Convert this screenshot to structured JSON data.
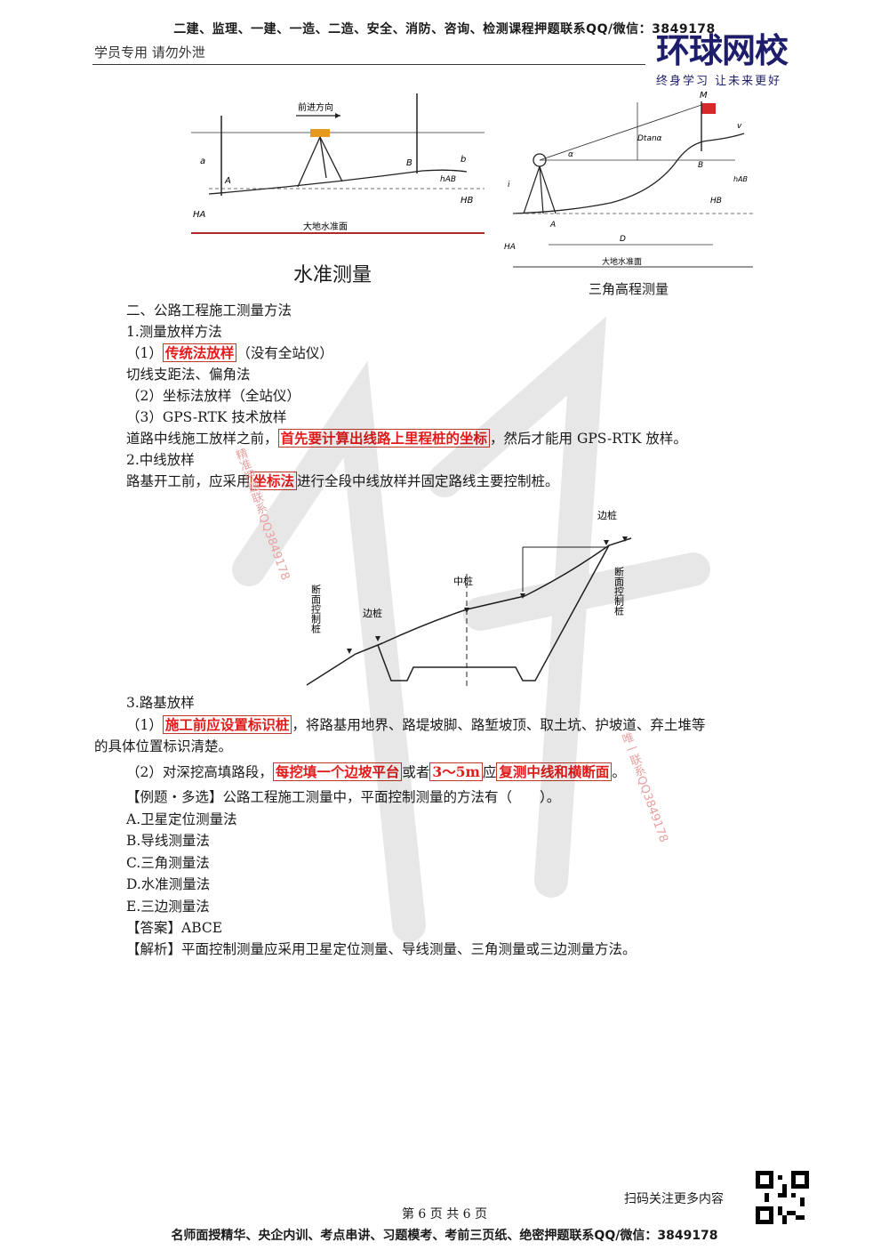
{
  "header": {
    "banner": "二建、监理、一建、一造、二造、安全、消防、咨询、检测课程押题联系QQ/微信：3849178",
    "subhead": "学员专用 请勿外泄",
    "logo_text": "环球网校",
    "logo_slogan": "终身学习 让未来更好"
  },
  "figure_leveling": {
    "caption": "水准测量",
    "labels": {
      "direction": "前进方向",
      "a": "a",
      "b": "b",
      "A": "A",
      "B": "B",
      "hab": "hAB",
      "ha": "HA",
      "hb": "HB",
      "datum": "大地水准面"
    }
  },
  "figure_trig": {
    "caption": "三角高程测量",
    "labels": {
      "M": "M",
      "v": "v",
      "dtan": "Dtanα",
      "alpha": "α",
      "i": "i",
      "A": "A",
      "B": "B",
      "hab": "hAB",
      "hb": "HB",
      "ha": "HA",
      "D": "D",
      "datum": "大地水准面"
    }
  },
  "content": {
    "section_title": "二、公路工程施工测量方法",
    "item1": "1.测量放样方法",
    "p1_prefix": "（1）",
    "p1_highlight": "传统法放样",
    "p1_suffix": "（没有全站仪）",
    "p2": "切线支距法、偏角法",
    "p3": "（2）坐标法放样（全站仪）",
    "p4": "（3）GPS-RTK 技术放样",
    "p5_prefix": "道路中线施工放样之前，",
    "p5_highlight": "首先要计算出线路上里程桩的坐标",
    "p5_suffix": "，然后才能用 GPS-RTK 放样。",
    "item2": "2.中线放样",
    "p6_prefix": "路基开工前，应采用",
    "p6_highlight": "坐标法",
    "p6_suffix": "进行全段中线放样并固定路线主要控制桩。",
    "item3": "3.路基放样",
    "p7_prefix": "（1）",
    "p7_highlight": "施工前应设置标识桩",
    "p7_suffix": "，将路基用地界、路堤坡脚、路堑坡顶、取土坑、护坡道、弃土堆等",
    "p7_line2": "的具体位置标识清楚。",
    "p8_prefix": "（2）对深挖高填路段，",
    "p8_h1": "每挖填一个边坡平台",
    "p8_mid1": "或者",
    "p8_h2": "3～5m",
    "p8_mid2": "应",
    "p8_h3": "复测中线和横断面",
    "p8_end": "。",
    "q_title": "【例题・多选】公路工程施工测量中，平面控制测量的方法有（　　）。",
    "options": [
      "A.卫星定位测量法",
      "B.导线测量法",
      "C.三角测量法",
      "D.水准测量法",
      "E.三边测量法"
    ],
    "answer": "【答案】ABCE",
    "analysis": "【解析】平面控制测量应采用卫星定位测量、导线测量、三角测量或三边测量方法。"
  },
  "figure_section": {
    "labels": {
      "edge_top": "边桩",
      "section_right": "断面控制桩",
      "center": "中桩",
      "edge_left": "边桩",
      "section_left": "断面控制桩"
    }
  },
  "watermarks": {
    "left_vertical": "精准押题联系QQ3849178",
    "right_vertical": "唯一联系QQ3849178"
  },
  "footer": {
    "qr_hint": "扫码关注更多内容",
    "page_info": "第 6 页 共 6 页",
    "banner": "名师面授精华、央企内训、考点串讲、习题模考、考前三页纸、绝密押题联系QQ/微信：3849178"
  }
}
